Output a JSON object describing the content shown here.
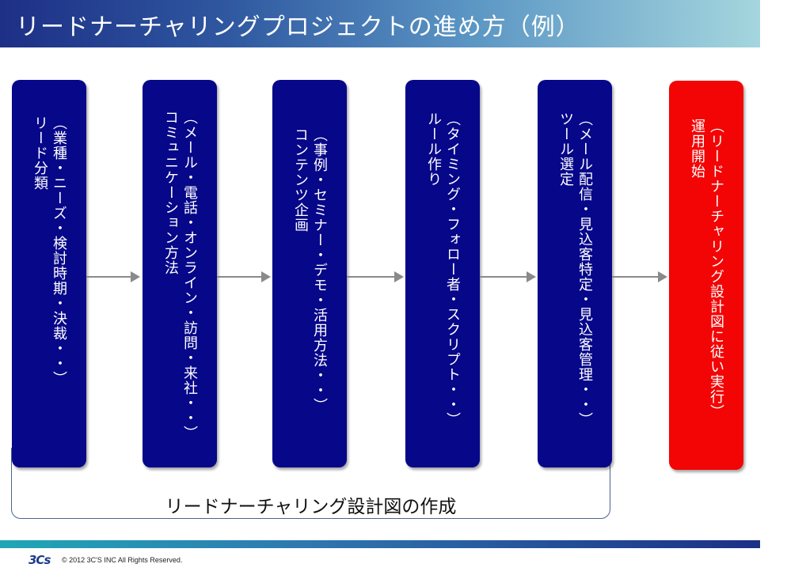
{
  "header": {
    "title": "リードナーチャリングプロジェクトの進め方（例）"
  },
  "steps": [
    {
      "lines": [
        "（業種・ニーズ・検討時期・決裁・・）",
        "リード分類"
      ]
    },
    {
      "lines": [
        "（メール・電話・オンライン・訪問・来社・・）",
        "コミュニケーション方法"
      ]
    },
    {
      "lines": [
        "（事例・セミナー・デモ・活用方法・・）",
        "コンテンツ企画"
      ]
    },
    {
      "lines": [
        "（タイミング・フォロー者・スクリプト・・）",
        "ルール作り"
      ]
    },
    {
      "lines": [
        "（メール配信・見込客特定・見込客管理・・）",
        "ツール選定"
      ]
    },
    {
      "lines": [
        "（リードナーチャリング設計図に従い実行）",
        "運用開始"
      ]
    }
  ],
  "phase": {
    "label": "リードナーチャリング設計図の作成"
  },
  "footer": {
    "logo": "3Cs",
    "copyright": "© 2012  3C'S INC  All Rights Reserved."
  },
  "colors": {
    "step_blue": "#07078a",
    "step_red": "#f30505",
    "arrow": "#8a8a8a"
  }
}
